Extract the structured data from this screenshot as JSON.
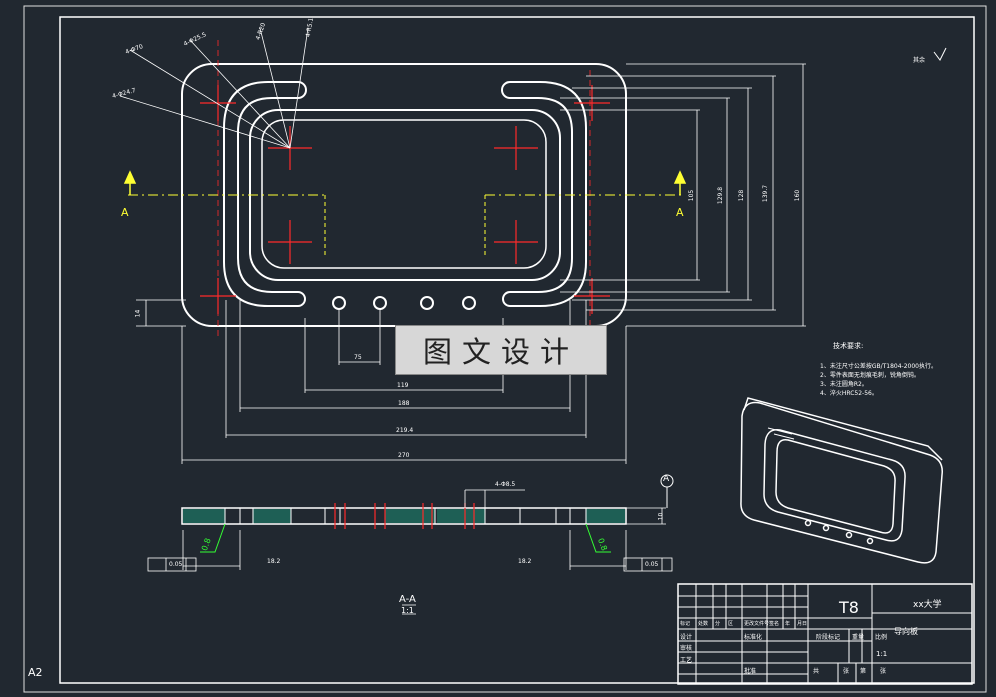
{
  "sheet": {
    "size_label": "A2",
    "section_label": "A",
    "datum_label": "A",
    "section_view_title": "A-A",
    "section_view_scale": "1:1"
  },
  "dimensions": {
    "d75": "75",
    "d119": "119",
    "d188": "188",
    "d219": "219.4",
    "d270": "270",
    "v105": "105",
    "v129": "129.8",
    "v128": "128",
    "v139": "139.7",
    "v160": "160",
    "hole_depth_label": "4-Φ8.5",
    "thickness": "10",
    "left_h": "14",
    "bottom_left": "18.2",
    "bottom_right": "18.2",
    "leader1": "4-Φ70",
    "leader2": "4-Φ25.5",
    "leader3": "4-Φ24.7",
    "leader4": "4-R20",
    "leader5": "4-R5.1",
    "tol_left": "0.05",
    "tol_right": "0.05",
    "roughness_left": "0.8",
    "roughness_right": "0.8",
    "roughness_corner": "其余"
  },
  "tech_req": {
    "title": "技术要求:",
    "items": [
      "1、未注尺寸公差按GB/T1804-2000执行。",
      "2、零件表面无划痕毛刺，锐角倒钝。",
      "3、未注圆角R2。",
      "4、淬火HRC52-56。"
    ]
  },
  "watermark": "图文设计",
  "title_block": {
    "material": "T8",
    "school": "xx大学",
    "part_name": "导向板",
    "scale": "1:1",
    "headers_row": [
      "标记",
      "处数",
      "分",
      "区",
      "更改文件号",
      "签名",
      "年",
      "月",
      "日"
    ],
    "labels": [
      "设计",
      "标准化",
      "审核",
      "工艺",
      "批准"
    ],
    "stage_headers": [
      "阶段标记",
      "重量",
      "比例"
    ],
    "sheet_info": [
      "共",
      "张",
      "第",
      "张"
    ]
  }
}
